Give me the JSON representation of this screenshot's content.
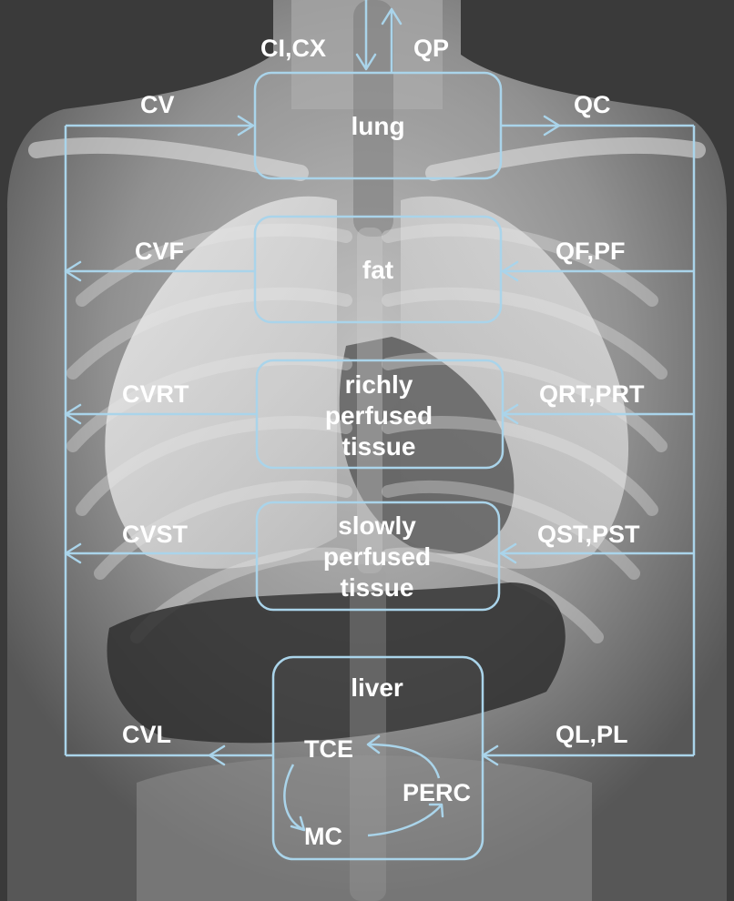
{
  "organs": {
    "lung": "lung",
    "fat": "fat",
    "richly": [
      "richly",
      "perfused",
      "tissue"
    ],
    "slowly": [
      "slowly",
      "perfused",
      "tissue"
    ],
    "liver": "liver"
  },
  "inputs": {
    "lung_in": "CI,CX",
    "lung_out": "QP"
  },
  "venous": {
    "cv": "CV",
    "cvf": "CVF",
    "cvrt": "CVRT",
    "cvst": "CVST",
    "cvl": "CVL"
  },
  "arterial": {
    "qc": "QC",
    "qf": "QF,PF",
    "qrt": "QRT,PRT",
    "qst": "QST,PST",
    "ql": "QL,PL"
  },
  "metabolites": {
    "tce": "TCE",
    "perc": "PERC",
    "mc": "MC"
  },
  "colors": {
    "line": "#aad4ea",
    "text": "#ffffff",
    "background": "#3d3d3d"
  }
}
